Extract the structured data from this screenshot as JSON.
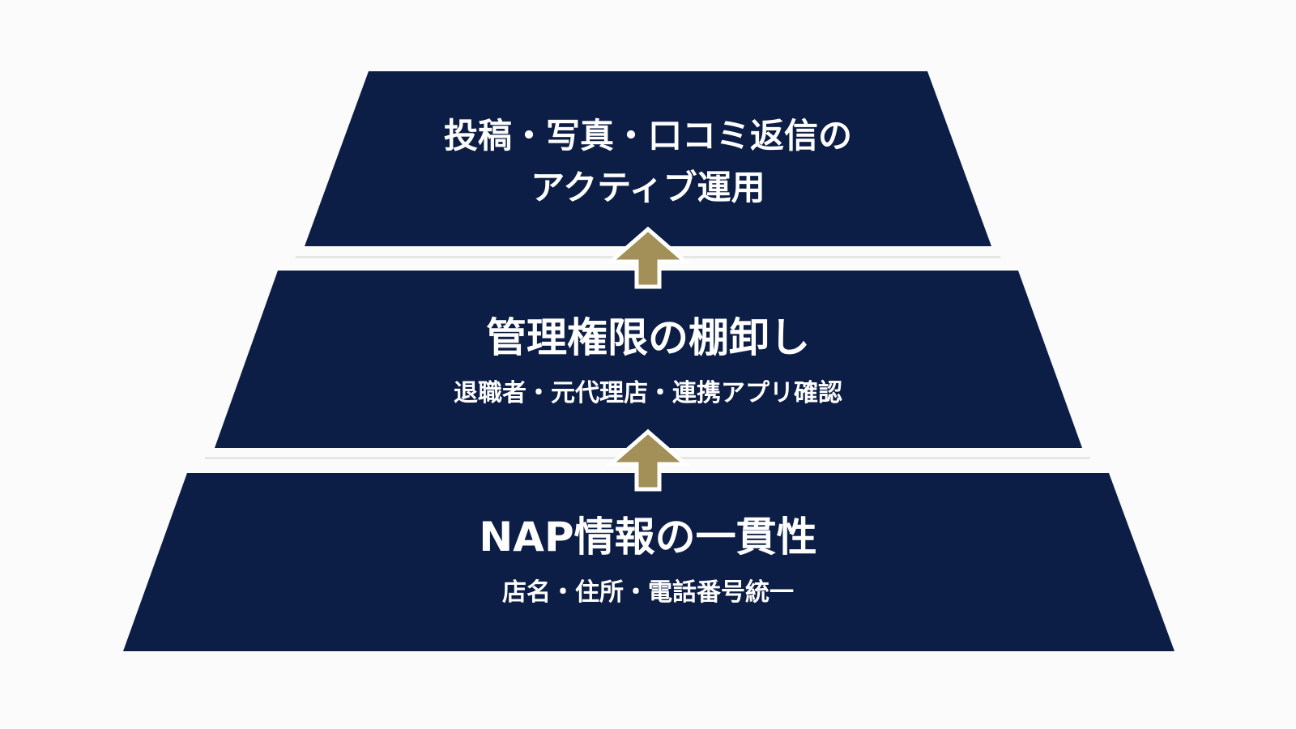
{
  "pyramid": {
    "top": {
      "line1": "投稿・写真・口コミ返信の",
      "line2": "アクティブ運用"
    },
    "middle": {
      "title": "管理権限の棚卸し",
      "subtitle": "退職者・元代理店・連携アプリ確認"
    },
    "bottom": {
      "title": "NAP情報の一貫性",
      "subtitle": "店名・住所・電話番号統一"
    }
  },
  "colors": {
    "tier": "#0c1e45",
    "arrow": "#a38f58",
    "background": "#fbfbfb",
    "text": "#ffffff"
  }
}
